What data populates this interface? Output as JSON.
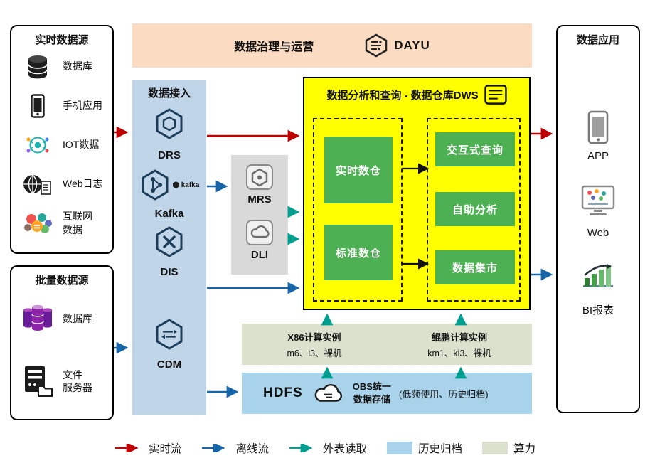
{
  "governance": {
    "title": "数据治理与运营",
    "brand": "DAYU"
  },
  "realtime_sources": {
    "title": "实时数据源",
    "items": [
      {
        "label": "数据库"
      },
      {
        "label": "手机应用"
      },
      {
        "label": "IOT数据"
      },
      {
        "label": "Web日志"
      },
      {
        "label": "互联网\n数据"
      }
    ]
  },
  "batch_sources": {
    "title": "批量数据源",
    "items": [
      {
        "label": "数据库"
      },
      {
        "label": "文件\n服务器"
      }
    ]
  },
  "ingestion": {
    "title": "数据接入",
    "kafka_badge": "kafka",
    "items": [
      {
        "label": "DRS"
      },
      {
        "label": "Kafka"
      },
      {
        "label": "DIS"
      },
      {
        "label": "CDM"
      }
    ]
  },
  "processing": {
    "items": [
      {
        "label": "MRS"
      },
      {
        "label": "DLI"
      }
    ]
  },
  "dws": {
    "title": "数据分析和查询 - 数据仓库DWS",
    "warehouses": [
      {
        "label": "实时数仓"
      },
      {
        "label": "标准数仓"
      }
    ],
    "services": [
      {
        "label": "交互式查询"
      },
      {
        "label": "自助分析"
      },
      {
        "label": "数据集市"
      }
    ]
  },
  "applications": {
    "title": "数据应用",
    "items": [
      {
        "label": "APP"
      },
      {
        "label": "Web"
      },
      {
        "label": "BI报表"
      }
    ]
  },
  "compute": {
    "instances": [
      {
        "name": "X86计算实例",
        "spec": "m6、i3、裸机"
      },
      {
        "name": "鲲鹏计算实例",
        "spec": "km1、ki3、裸机"
      }
    ]
  },
  "storage": {
    "hdfs": "HDFS",
    "obs": "OBS统一\n数据存储",
    "note": "(低频使用、历史归档)"
  },
  "legend": {
    "items": [
      {
        "label": "实时流",
        "style": "arrow",
        "color": "#c00000"
      },
      {
        "label": "离线流",
        "style": "arrow",
        "color": "#1565a8"
      },
      {
        "label": "外表读取",
        "style": "arrow",
        "color": "#009e8e"
      },
      {
        "label": "历史归档",
        "style": "swatch",
        "color": "#a9d3ea"
      },
      {
        "label": "算力",
        "style": "swatch",
        "color": "#dbe1cd"
      }
    ]
  }
}
